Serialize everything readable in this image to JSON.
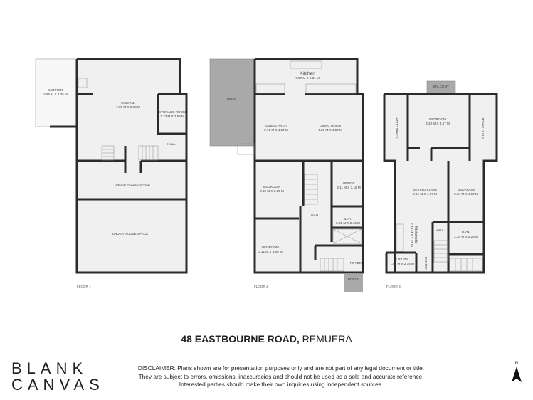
{
  "floor1": {
    "label": "FLOOR 1",
    "rooms": [
      {
        "name": "CARPORT",
        "dims": "2.85 M X 4.76 M"
      },
      {
        "name": "GARAGE",
        "dims": "7.08 M X 6.98 M"
      },
      {
        "name": "STORAGE ROOM",
        "dims": "1.73 M X 2.58 M"
      },
      {
        "name": "HALL",
        "dims": ""
      },
      {
        "name": "UNDER HOUSE SPACE",
        "dims": ""
      },
      {
        "name": "UNDER HOUSE SPACE",
        "dims": ""
      }
    ]
  },
  "floor2": {
    "label": "FLOOR 2",
    "rooms": [
      {
        "name": "Kitchen",
        "dims": "7.07 M X 2.31 M"
      },
      {
        "name": "DECK",
        "dims": ""
      },
      {
        "name": "DINING AREA",
        "dims": "2.72 M X 4.57 M"
      },
      {
        "name": "LIVING ROOM",
        "dims": "4.80 M X 4.57 M"
      },
      {
        "name": "BEDROOM",
        "dims": "3.32 M X 3.85 M"
      },
      {
        "name": "OFFICE",
        "dims": "2.11 M X 3.18 M"
      },
      {
        "name": "HALL",
        "dims": ""
      },
      {
        "name": "BATH",
        "dims": "2.31 M X 2.43 M"
      },
      {
        "name": "BEDROOM",
        "dims": "3.11 M X 3.80 M"
      },
      {
        "name": "FOYER",
        "dims": ""
      },
      {
        "name": "PORCH",
        "dims": ""
      }
    ]
  },
  "floor3": {
    "label": "FLOOR 3",
    "rooms": [
      {
        "name": "BALCONY",
        "dims": ""
      },
      {
        "name": "ATTIC SPACE",
        "dims": ""
      },
      {
        "name": "ATTIC SPACE",
        "dims": ""
      },
      {
        "name": "BEDROOM",
        "dims": "4.23 M X 4.57 M"
      },
      {
        "name": "SITTING ROOM",
        "dims": "3.61 M X 4.17 M"
      },
      {
        "name": "BEDROOM",
        "dims": "2.34 M X 4.17 M"
      },
      {
        "name": "HALL",
        "dims": ""
      },
      {
        "name": "BATH",
        "dims": "2.34 M X 2.23 M"
      },
      {
        "name": "Kitchenette",
        "dims": "2.49 M X 2.34 M"
      },
      {
        "name": "UTILITY",
        "dims": "1.87 M X 2.74 M"
      },
      {
        "name": "PANTRY",
        "dims": ""
      }
    ]
  },
  "address": {
    "street": "48 EASTBOURNE ROAD,",
    "suburb": "REMUERA"
  },
  "logo": {
    "line1": "BLANK",
    "line2": "CANVAS"
  },
  "disclaimer": [
    "DISCLAIMER: Plans shown are for presentation purposes only and are not part of any legal document or title.",
    "They are subject to errors, omissions, inaccuracies and should not be used as a sole and accurate reference.",
    "Interested parties should make their own inquiries using independent sources."
  ],
  "compass": {
    "label": "N",
    "icon": "north-arrow-icon"
  },
  "colors": {
    "wall": "#2b2b2b",
    "floor": "#f0f0f0",
    "deck": "#a9a9a9"
  }
}
